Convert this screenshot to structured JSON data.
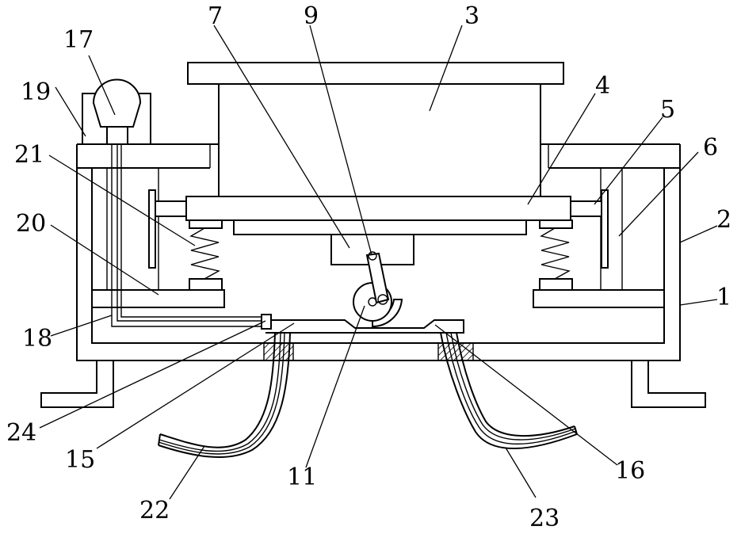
{
  "labels": {
    "l1": "1",
    "l2": "2",
    "l3": "3",
    "l4": "4",
    "l5": "5",
    "l6": "6",
    "l7": "7",
    "l9": "9",
    "l11": "11",
    "l15": "15",
    "l16": "16",
    "l17": "17",
    "l18": "18",
    "l19": "19",
    "l20": "20",
    "l21": "21",
    "l22": "22",
    "l23": "23",
    "l24": "24"
  }
}
